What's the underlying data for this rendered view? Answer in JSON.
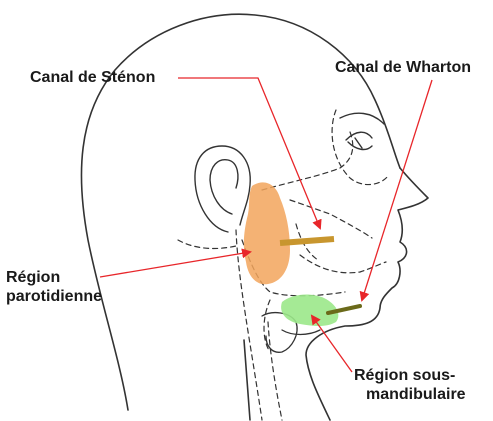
{
  "labels": {
    "stenon": "Canal de Sténon",
    "wharton": "Canal de Wharton",
    "parotid": [
      "Région",
      "parotidienne"
    ],
    "submandibular": [
      "Région sous-",
      "mandibulaire"
    ]
  },
  "colors": {
    "outline": "#333333",
    "arrow": "#e8262a",
    "parotid_fill": "#f2a55c",
    "stenon_duct": "#c8962e",
    "submandibular_fill": "#9be88a",
    "wharton_duct": "#6b6a1a"
  }
}
